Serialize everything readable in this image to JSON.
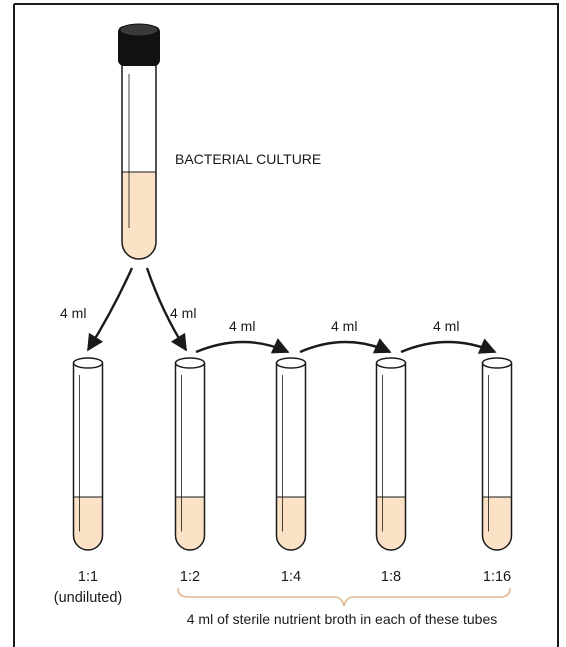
{
  "title_label": "BACTERIAL CULTURE",
  "transfer_labels": [
    "4 ml",
    "4 ml",
    "4 ml",
    "4 ml",
    "4 ml"
  ],
  "tubes": [
    {
      "ratio": "1:1",
      "note": "(undiluted)"
    },
    {
      "ratio": "1:2"
    },
    {
      "ratio": "1:4"
    },
    {
      "ratio": "1:8"
    },
    {
      "ratio": "1:16"
    }
  ],
  "bracket_caption": "4 ml of sterile nutrient broth in each of these tubes",
  "colors": {
    "liquid": "#fbe1c6",
    "outline": "#1a1a1a",
    "cap": "#111111"
  }
}
